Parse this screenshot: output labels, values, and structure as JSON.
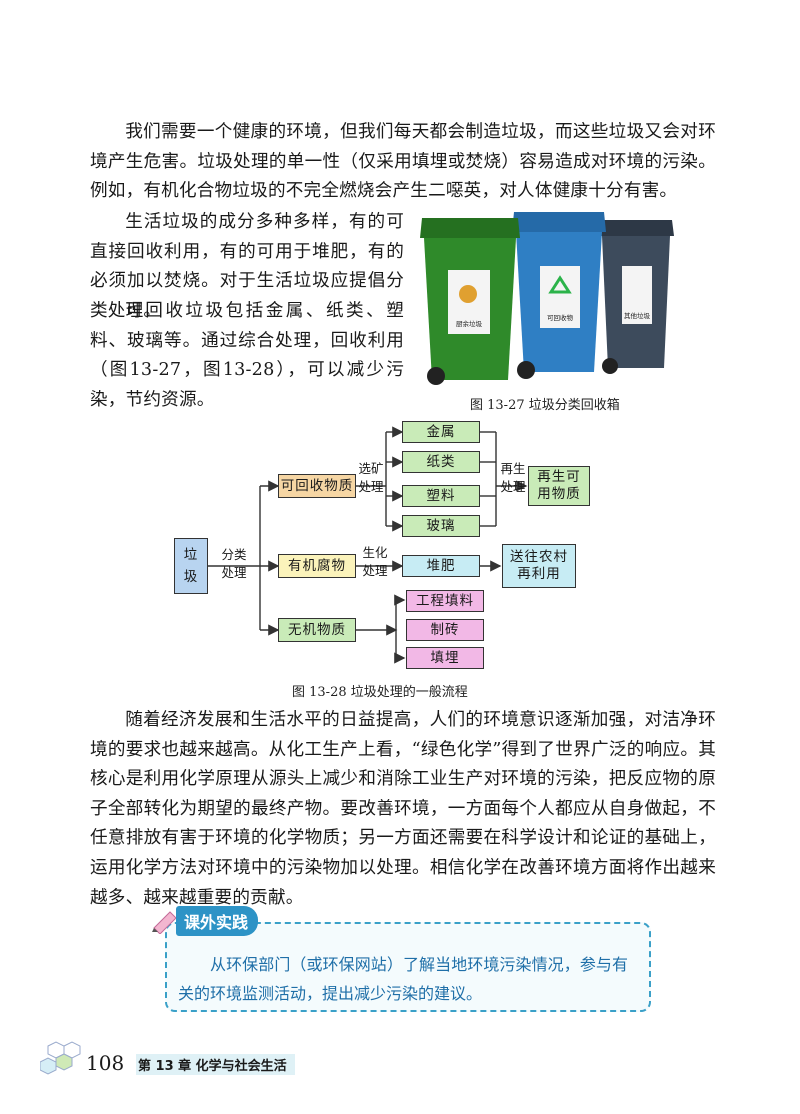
{
  "paragraphs": {
    "p1": "我们需要一个健康的环境，但我们每天都会制造垃圾，而这些垃圾又会对环境产生危害。垃圾处理的单一性（仅采用填埋或焚烧）容易造成对环境的污染。例如，有机化合物垃圾的不完全燃烧会产生二噁英，对人体健康十分有害。",
    "p2": "生活垃圾的成分多种多样，有的可直接回收利用，有的可用于堆肥，有的必须加以焚烧。对于生活垃圾应提倡分类处理。",
    "p3": "可回收垃圾包括金属、纸类、塑料、玻璃等。通过综合处理，回收利用（图13-27，图13-28），可以减少污染，节约资源。",
    "p4": "随着经济发展和生活水平的日益提高，人们的环境意识逐渐加强，对洁净环境的要求也越来越高。从化工生产上看，“绿色化学”得到了世界广泛的响应。其核心是利用化学原理从源头上减少和消除工业生产对环境的污染，把反应物的原子全部转化为期望的最终产物。要改善环境，一方面每个人都应从自身做起，不任意排放有害于环境的化学物质；另一方面还需要在科学设计和论证的基础上，运用化学方法对环境中的污染物加以处理。相信化学在改善环境方面将作出越来越多、越来越重要的贡献。"
  },
  "figure_27": {
    "caption": "图 13-27    垃圾分类回收箱",
    "bins": [
      {
        "label": "厨余垃圾",
        "color": "#2f8a2a"
      },
      {
        "label": "可回收物",
        "color": "#2f7fc4"
      },
      {
        "label": "其他垃圾",
        "color": "#3d4b5c"
      }
    ]
  },
  "figure_28": {
    "caption": "图 13-28    垃圾处理的一般流程",
    "root": "垃\n圾",
    "root_edge": "分类\n处理",
    "recyclable": "可回收物质",
    "recyclable_edge": "选矿\n处理",
    "recyclable_items": [
      "金属",
      "纸类",
      "塑料",
      "玻璃"
    ],
    "regen_edge": "再生\n处理",
    "regen_result": "再生可\n用物质",
    "organic": "有机腐物",
    "organic_edge": "生化\n处理",
    "compost": "堆肥",
    "compost_result": "送往农村\n再利用",
    "inorganic": "无机物质",
    "inorganic_items": [
      "工程填料",
      "制砖",
      "填埋"
    ]
  },
  "practice": {
    "title": "课外实践",
    "body": "从环保部门（或环保网站）了解当地环境污染情况，参与有关的环境监测活动，提出减少污染的建议。"
  },
  "footer": {
    "page_number": "108",
    "chapter": "第 13 章   化学与社会生活"
  }
}
